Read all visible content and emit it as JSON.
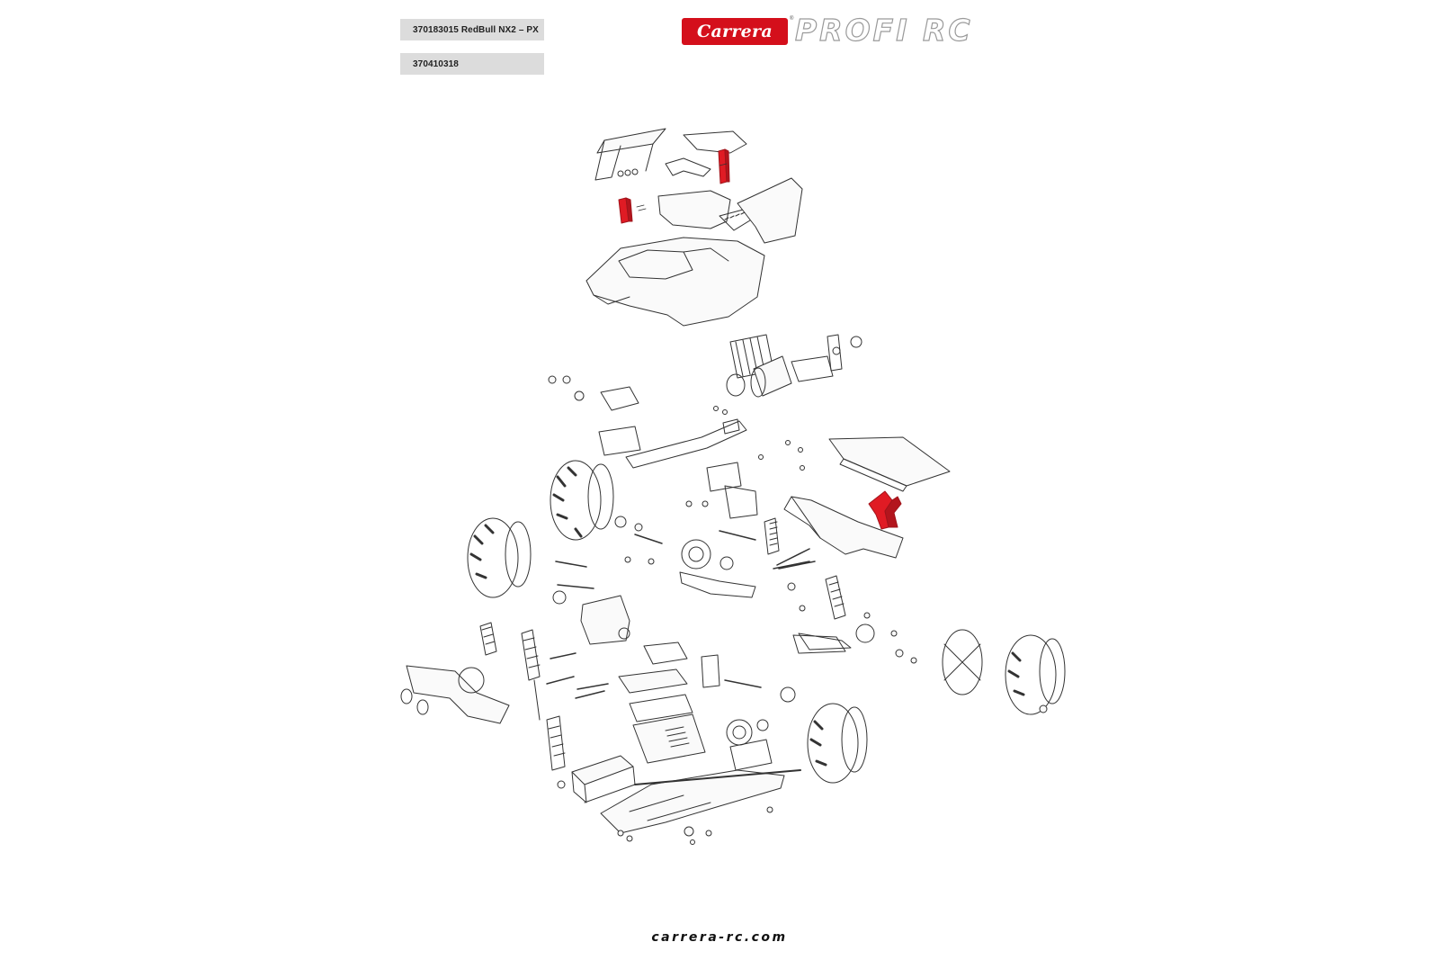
{
  "header": {
    "product_code": "370183015 RedBull NX2 – PX",
    "part_number": "370410318"
  },
  "brand": {
    "logo_text": "Carrera",
    "logo_reg": "®",
    "product_line": "PROFI RC",
    "accent_color": "#d40f1b"
  },
  "diagram": {
    "highlight_color": "#e01b24",
    "line_color": "#333333"
  },
  "footer": {
    "url": "carrera-rc.com"
  }
}
